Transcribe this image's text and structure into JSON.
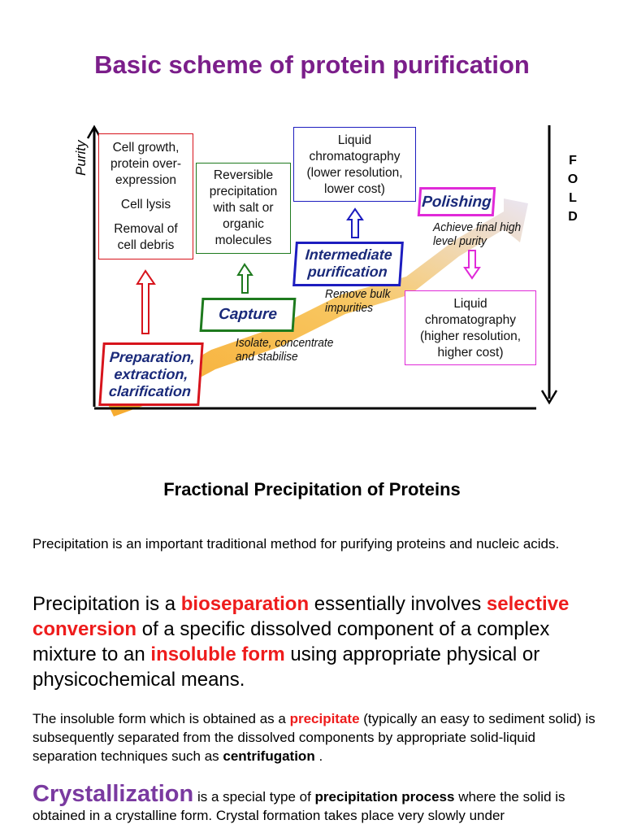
{
  "title": "Basic scheme of protein purification",
  "diagram": {
    "axis_label": "Purity",
    "fold_letters": [
      "F",
      "O",
      "L",
      "D"
    ],
    "preparation_notes": [
      "Cell growth, protein over-expression",
      "Cell lysis",
      "Removal of cell debris"
    ],
    "capture_notes": [
      "Reversible precipitation with salt or organic molecules"
    ],
    "intermediate_notes": [
      "Liquid chromatography (lower resolution, lower cost)"
    ],
    "polishing_notes": [
      "Liquid chromatography (higher resolution, higher cost)"
    ],
    "stages": {
      "preparation": "Preparation, extraction, clarification",
      "capture": "Capture",
      "intermediate": "Intermediate purification",
      "polishing": "Polishing"
    },
    "descriptions": {
      "capture": "Isolate, concentrate and stabilise",
      "intermediate": "Remove bulk impurities",
      "polishing": "Achieve final high level purity"
    },
    "colors": {
      "preparation": "#d7141c",
      "capture": "#1e7a1e",
      "intermediate": "#1d1dbf",
      "polishing": "#e02ad8",
      "band": "#f6a623"
    }
  },
  "section_heading": "Fractional Precipitation of Proteins",
  "paragraphs": {
    "p1": "Precipitation is an important traditional method for purifying proteins and nucleic acids.",
    "p2": {
      "t1": "Precipitation is a ",
      "h1": "bioseparation",
      "t2": " essentially involves ",
      "h2": "selective conversion",
      "t3": " of a specific dissolved component of a complex mixture to an ",
      "h3": "insoluble form",
      "t4": " using appropriate physical or physicochemical means."
    },
    "p3": {
      "t1": "The insoluble form which is obtained as a ",
      "h1": "precipitate",
      "t2": " (typically an easy to sediment solid) is subsequently separated from the dissolved components by appropriate solid-liquid separation techniques such as ",
      "b1": "centrifugation",
      "t3": " ."
    },
    "p4": {
      "term": "Crystallization",
      "t1": " is a special type of ",
      "b1": "precipitation process",
      "t2": " where the solid is obtained in a crystalline form. Crystal formation takes place very slowly under"
    }
  }
}
